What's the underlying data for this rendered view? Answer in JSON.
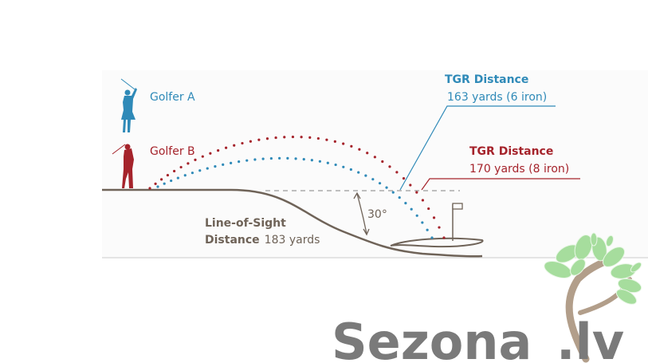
{
  "colors": {
    "blue": "#2f8ab8",
    "red": "#a5232b",
    "ground": "#6f6358",
    "gray_text": "#6f6358",
    "dash": "#9a9a9a",
    "logo_text": "#7a7a7a",
    "leaf": "#9fd89a",
    "trunk": "#b29e8a"
  },
  "golfers": [
    {
      "label": "Golfer A"
    },
    {
      "label": "Golfer B"
    }
  ],
  "callouts": {
    "blue": {
      "title": "TGR Distance",
      "detail": "163 yards (6 iron)"
    },
    "red": {
      "title": "TGR Distance",
      "detail": "170 yards (8 iron)"
    }
  },
  "angle_label": "30°",
  "line_of_sight": {
    "title": "Line-of-Sight",
    "label": "Distance",
    "value": "183 yards"
  },
  "logo": {
    "text": "Sezona",
    "suffix": ".lv"
  }
}
